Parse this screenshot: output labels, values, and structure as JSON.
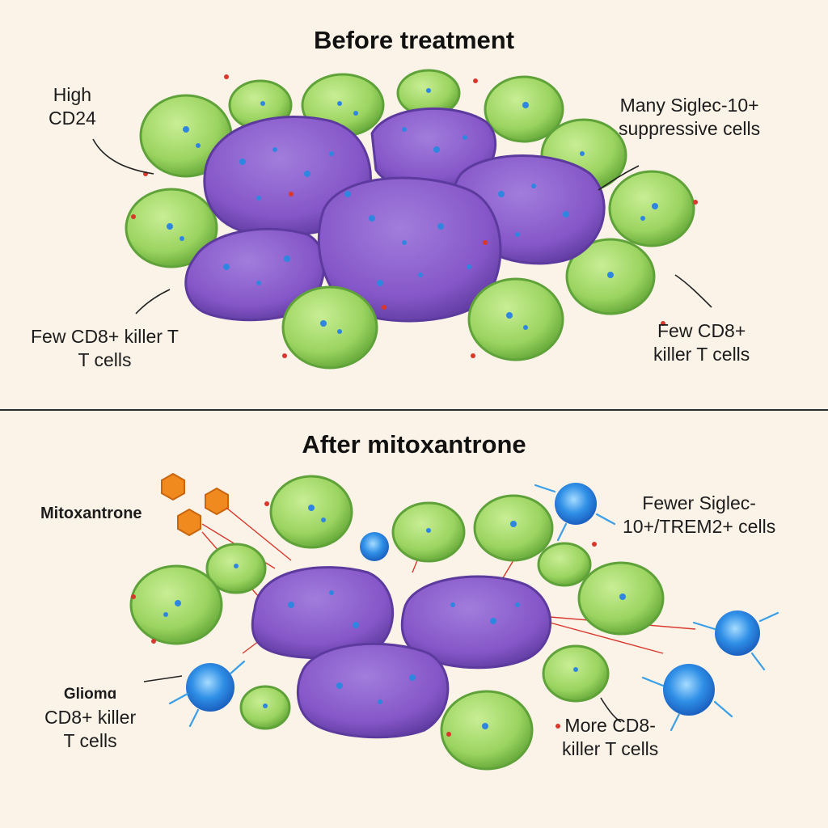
{
  "before": {
    "title": "Before treatment",
    "labels": {
      "high_cd24": [
        "High",
        "CD24"
      ],
      "siglec": [
        "Many Siglec-10+",
        "suppressive cells"
      ],
      "few_left": [
        "Few CD8+ killer T",
        "T cells"
      ],
      "few_right": [
        "Few CD8+",
        "killer T cells"
      ]
    }
  },
  "after": {
    "title": "After mitoxantrone",
    "labels": {
      "mitoxantrone": "Mitoxantrone",
      "fewer_siglec": [
        "Fewer Siglec-",
        "10+/TREM2+ cells"
      ],
      "glioma": [
        "Gliomɑ",
        "CD8+ killer",
        "T cells"
      ],
      "more_cd8": [
        "More CD8-",
        "killer T cells"
      ]
    }
  },
  "colors": {
    "tumor": "#8a5cc9",
    "tumor_dark": "#6a3fae",
    "suppressive": "#9fd865",
    "suppressive_edge": "#5fa23a",
    "t_cell": "#3a9fe8",
    "drug": "#f08a1e",
    "background": "#fbf3e8"
  }
}
